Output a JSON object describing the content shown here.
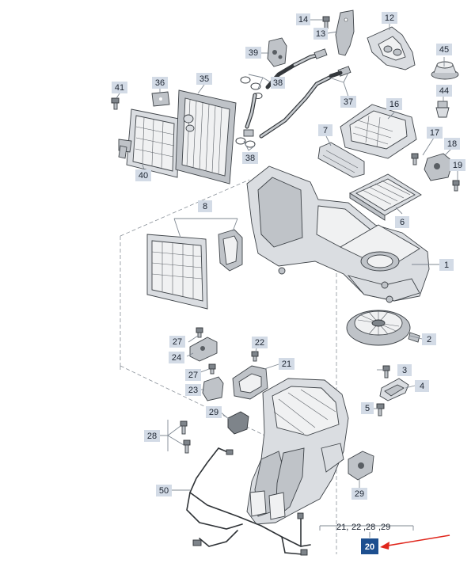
{
  "diagram": {
    "part_labels": [
      {
        "id": "p14",
        "text": "14"
      },
      {
        "id": "p12",
        "text": "12"
      },
      {
        "id": "p13",
        "text": "13"
      },
      {
        "id": "p39",
        "text": "39"
      },
      {
        "id": "p38a",
        "text": "38"
      },
      {
        "id": "p45",
        "text": "45"
      },
      {
        "id": "p41",
        "text": "41"
      },
      {
        "id": "p36",
        "text": "36"
      },
      {
        "id": "p35",
        "text": "35"
      },
      {
        "id": "p37",
        "text": "37"
      },
      {
        "id": "p44",
        "text": "44"
      },
      {
        "id": "p16",
        "text": "16"
      },
      {
        "id": "p7",
        "text": "7"
      },
      {
        "id": "p17",
        "text": "17"
      },
      {
        "id": "p18",
        "text": "18"
      },
      {
        "id": "p19",
        "text": "19"
      },
      {
        "id": "p38b",
        "text": "38"
      },
      {
        "id": "p40",
        "text": "40"
      },
      {
        "id": "p6",
        "text": "6"
      },
      {
        "id": "p8",
        "text": "8"
      },
      {
        "id": "p1",
        "text": "1"
      },
      {
        "id": "p2",
        "text": "2"
      },
      {
        "id": "p27a",
        "text": "27"
      },
      {
        "id": "p22",
        "text": "22"
      },
      {
        "id": "p24",
        "text": "24"
      },
      {
        "id": "p21",
        "text": "21"
      },
      {
        "id": "p27b",
        "text": "27"
      },
      {
        "id": "p3",
        "text": "3"
      },
      {
        "id": "p23",
        "text": "23"
      },
      {
        "id": "p4",
        "text": "4"
      },
      {
        "id": "p29a",
        "text": "29"
      },
      {
        "id": "p5",
        "text": "5"
      },
      {
        "id": "p28",
        "text": "28"
      },
      {
        "id": "p50",
        "text": "50"
      },
      {
        "id": "p29b",
        "text": "29"
      },
      {
        "id": "p20",
        "text": "20"
      }
    ],
    "sub_refs": [
      "21,",
      "22",
      ",28",
      ",29"
    ],
    "highlight": {
      "label": "20",
      "box_color": "#1d4f8f",
      "arrow_color": "#e0261c"
    }
  }
}
